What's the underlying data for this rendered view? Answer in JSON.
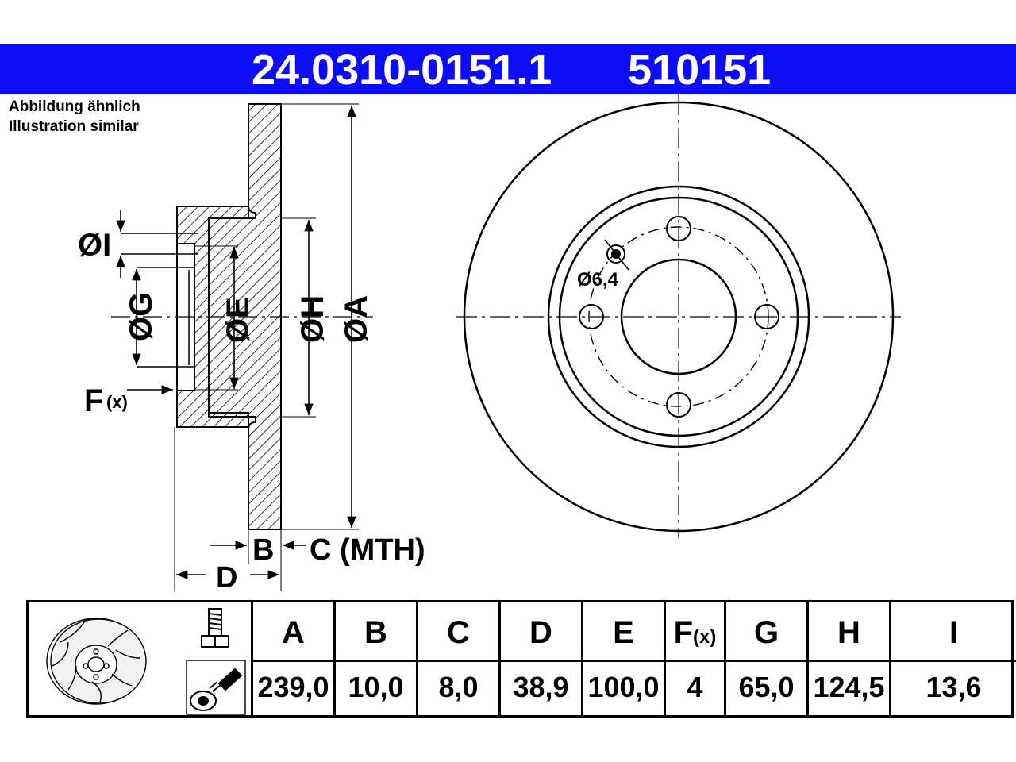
{
  "header": {
    "part_number": "24.0310-0151.1",
    "short_number": "510151",
    "background_color": "#0c0cf5"
  },
  "note": {
    "line_de": "Abbildung ähnlich",
    "line_en": "Illustration similar"
  },
  "labels": {
    "dia_i": "ØI",
    "dia_g": "ØG",
    "dia_e": "ØE",
    "dia_h": "ØH",
    "dia_a": "ØA",
    "f": "F",
    "f_sub": "(x)",
    "b": "B",
    "c_mth": "C (MTH)",
    "d": "D",
    "hole": "Ø6,4"
  },
  "table": {
    "columns": [
      {
        "key": "A",
        "header": "A",
        "value": "239,0"
      },
      {
        "key": "B",
        "header": "B",
        "value": "10,0"
      },
      {
        "key": "C",
        "header": "C",
        "value": "8,0"
      },
      {
        "key": "D",
        "header": "D",
        "value": "38,9"
      },
      {
        "key": "E",
        "header": "E",
        "value": "100,0"
      },
      {
        "key": "F",
        "header": "F",
        "header_sub": "(x)",
        "value": "4"
      },
      {
        "key": "G",
        "header": "G",
        "value": "65,0"
      },
      {
        "key": "H",
        "header": "H",
        "value": "124,5"
      },
      {
        "key": "I",
        "header": "I",
        "value": "13,6"
      }
    ]
  },
  "icons": [
    "disc-thumbnail-icon",
    "bolt-icon",
    "spray-can-icon"
  ]
}
